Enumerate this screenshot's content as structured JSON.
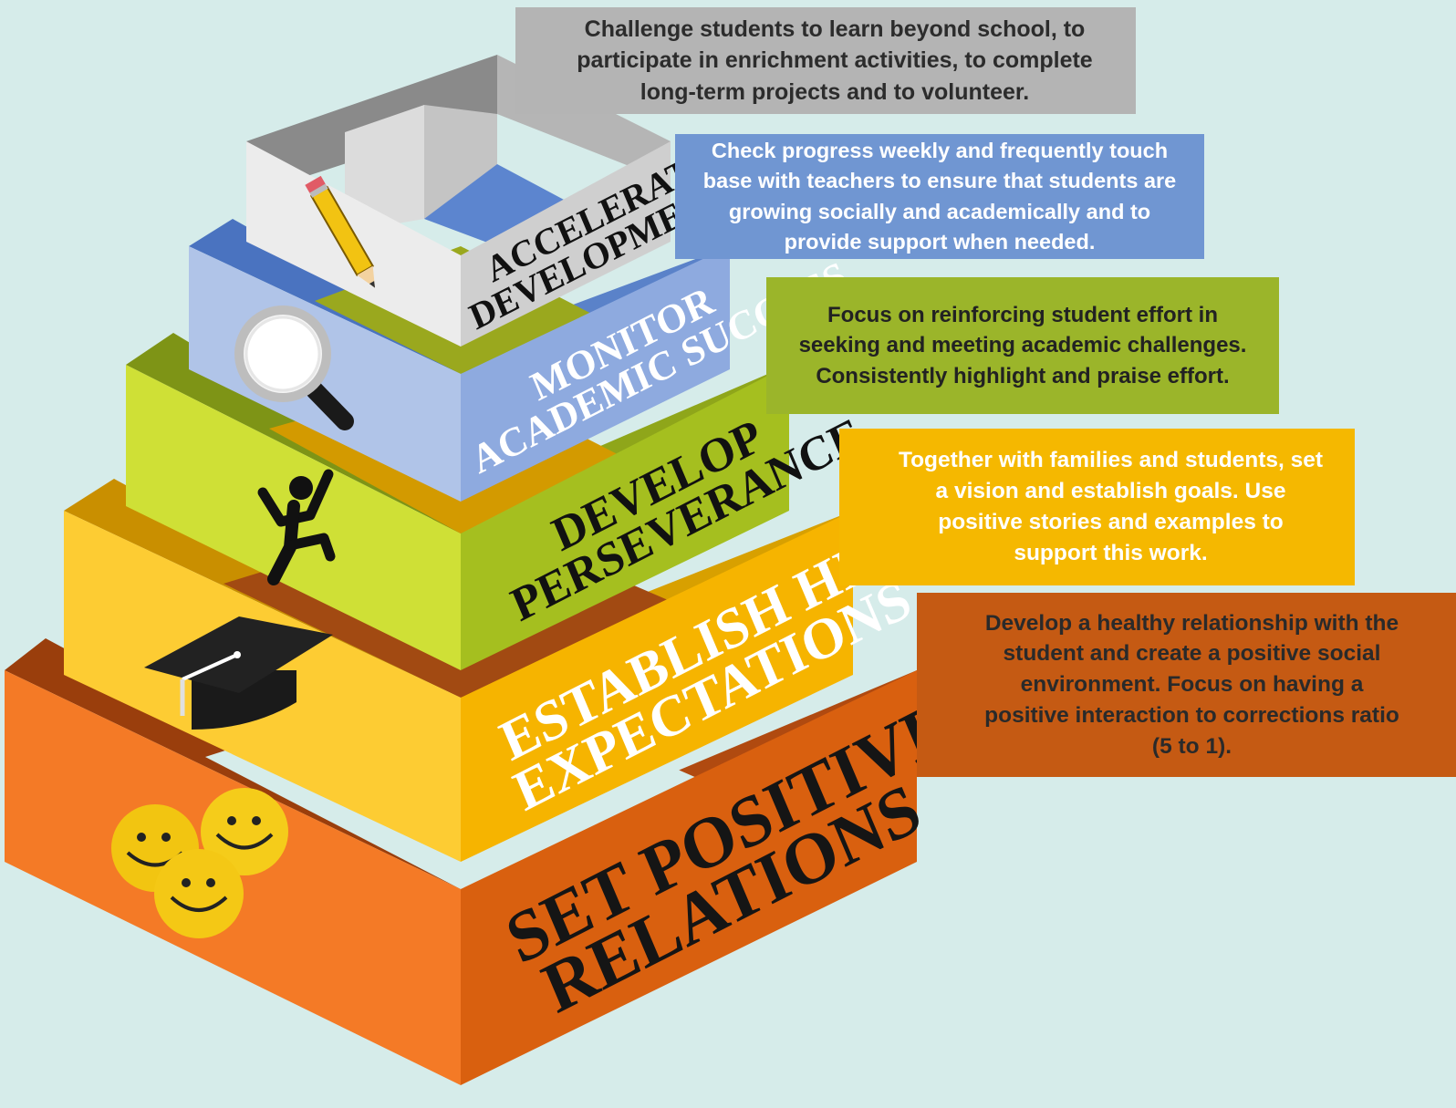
{
  "tiers": [
    {
      "id": "set-positive-relations",
      "title_lines": [
        "SET POSITIVE",
        "RELATIONS"
      ],
      "description": "Develop a healthy relationship with the student and create a positive social environment. Focus on having a positive interaction to corrections ratio (5 to 1).",
      "description_lines": [
        "Develop a healthy relationship with the",
        "student and create a positive social",
        "environment. Focus on having a",
        "positive interaction to corrections ratio",
        "(5 to 1)."
      ],
      "icon": "smiley-faces-icon",
      "colors": {
        "front": "#f47a26",
        "side": "#d9600f",
        "desc_bg": "#c55a13"
      }
    },
    {
      "id": "establish-high-expectations",
      "title_lines": [
        "ESTABLISH HIGH",
        "EXPECTATIONS"
      ],
      "description": "Together with families and students, set a vision and establish goals. Use positive stories and examples to support this work.",
      "description_lines": [
        "Together with families and students, set",
        "a  vision and establish goals. Use",
        "positive stories and examples  to",
        "support this work."
      ],
      "icon": "graduation-cap-icon",
      "colors": {
        "front": "#fdcc33",
        "side": "#f6b400",
        "desc_bg": "#f5b800"
      }
    },
    {
      "id": "develop-perseverance",
      "title_lines": [
        "DEVELOP",
        "PERSEVERANCE"
      ],
      "description": "Focus on reinforcing student effort in seeking and meeting academic challenges. Consistently highlight and praise effort.",
      "description_lines": [
        "Focus on reinforcing student effort in",
        "seeking and meeting academic challenges.",
        "Consistently highlight and praise effort."
      ],
      "icon": "climber-icon",
      "colors": {
        "front": "#cfe036",
        "side": "#a5bf1f",
        "desc_bg": "#9bb52a"
      }
    },
    {
      "id": "monitor-academic-success",
      "title_lines": [
        "MONITOR",
        "ACADEMIC SUCCESS"
      ],
      "description": "Check progress weekly and frequently touch base with teachers to ensure that students are growing socially and academically and to provide support when needed.",
      "description_lines": [
        "Check progress weekly and frequently touch",
        "base with teachers to ensure that students are",
        "growing socially and academically and to",
        "provide support when needed."
      ],
      "icon": "magnifying-glass-icon",
      "colors": {
        "front": "#b0c4e8",
        "side": "#8eaadf",
        "desc_bg": "#7096d2"
      }
    },
    {
      "id": "accelerate-development",
      "title_lines": [
        "ACCELERATE",
        "DEVELOPMENT"
      ],
      "description": "Challenge students to learn beyond school, to participate in enrichment activities, to complete long-term projects and to volunteer.",
      "description_lines": [
        "Challenge students to learn beyond school, to",
        "participate in enrichment activities, to complete",
        "long-term projects and to volunteer."
      ],
      "icon": "pencil-icon",
      "colors": {
        "front": "#ececec",
        "side": "#cfcfcf",
        "desc_bg": "#b4b4b4"
      }
    }
  ]
}
